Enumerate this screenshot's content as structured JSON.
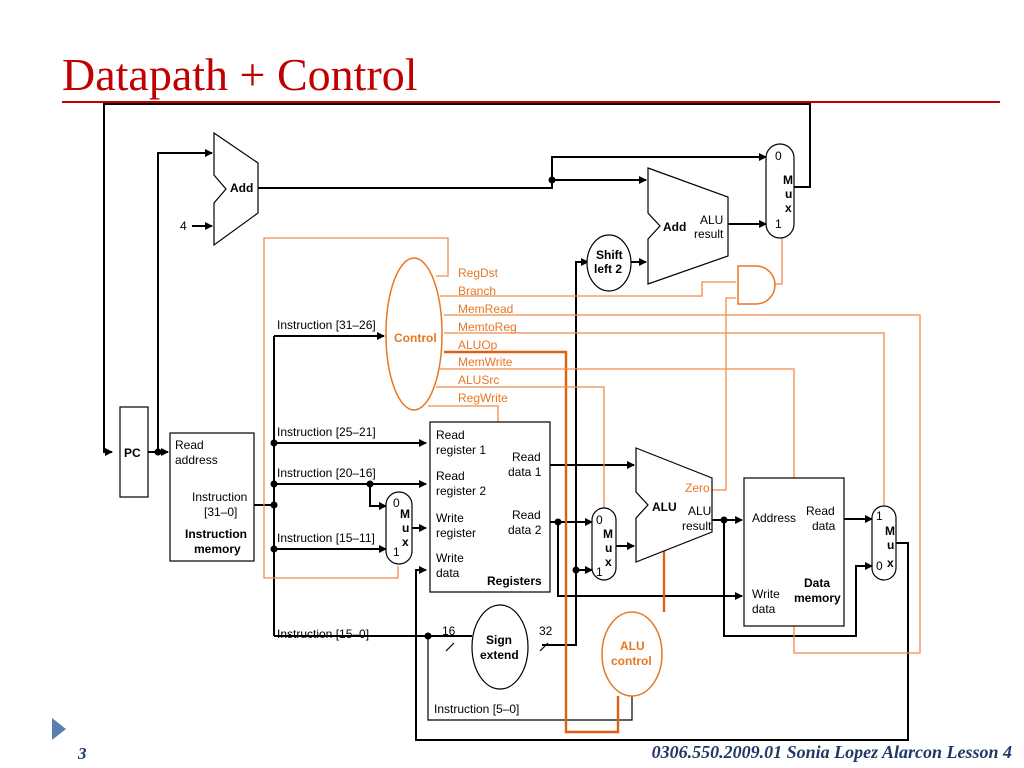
{
  "slide": {
    "title": "Datapath + Control",
    "slide_number": "3",
    "footer": "0306.550.2009.01 Sonia Lopez Alarcon Lesson 4"
  },
  "diagram": {
    "pc": "PC",
    "instr_mem": {
      "read_address": [
        "Read",
        "address"
      ],
      "instruction": [
        "Instruction",
        "[31–0]"
      ],
      "name": [
        "Instruction",
        "memory"
      ]
    },
    "add_pc": "Add",
    "const_four": "4",
    "add_branch": "Add",
    "alu_result_branch": [
      "ALU",
      "result"
    ],
    "shift_left": [
      "Shift",
      "left 2"
    ],
    "control": "Control",
    "control_signals": [
      "RegDst",
      "Branch",
      "MemRead",
      "MemtoReg",
      "ALUOp",
      "MemWrite",
      "ALUSrc",
      "RegWrite"
    ],
    "instruction_fields": {
      "f31_26": "Instruction [31–26]",
      "f25_21": "Instruction [25–21]",
      "f20_16": "Instruction [20–16]",
      "f15_11": "Instruction [15–11]",
      "f15_0": "Instruction [15–0]",
      "f5_0": "Instruction [5–0]"
    },
    "registers": {
      "read_reg1": [
        "Read",
        "register 1"
      ],
      "read_reg2": [
        "Read",
        "register 2"
      ],
      "write_reg": [
        "Write",
        "register"
      ],
      "write_data": [
        "Write",
        "data"
      ],
      "read_data1": [
        "Read",
        "data 1"
      ],
      "read_data2": [
        "Read",
        "data 2"
      ],
      "name": "Registers"
    },
    "sign_extend": [
      "Sign",
      "extend"
    ],
    "bits_in": "16",
    "bits_out": "32",
    "alu": "ALU",
    "alu_result": [
      "ALU",
      "result"
    ],
    "zero": "Zero",
    "alu_control": [
      "ALU",
      "control"
    ],
    "data_mem": {
      "address": "Address",
      "read_data": [
        "Read",
        "data"
      ],
      "write_data": [
        "Write",
        "data"
      ],
      "name": [
        "Data",
        "memory"
      ]
    },
    "mux_letters": [
      "M",
      "u",
      "x"
    ],
    "mux_sel_zero": "0",
    "mux_sel_one": "1"
  },
  "colors": {
    "title": "#c00000",
    "control": "#e87722",
    "wire": "#000000",
    "footer": "#1f3864",
    "bullet": "#5b7fae"
  }
}
